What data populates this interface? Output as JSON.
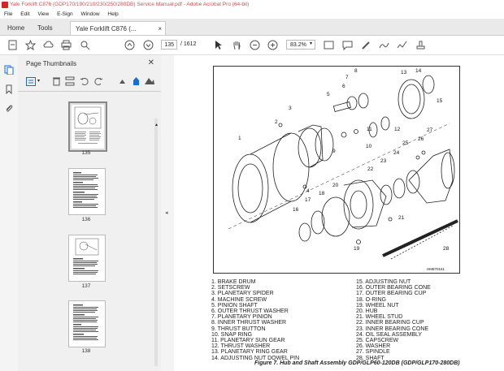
{
  "window": {
    "title": "Yale Forklift C876 (GDP170/190/210/230/250/280DB) Service Manual.pdf - Adobe Acrobat Pro (64-bit)"
  },
  "menu": [
    "File",
    "Edit",
    "View",
    "E-Sign",
    "Window",
    "Help"
  ],
  "tabs": {
    "home": "Home",
    "tools": "Tools",
    "document": "Yale Forklift C876 (...",
    "close": "×"
  },
  "toolbar": {
    "current_page": "135",
    "total_pages": "/ 1612",
    "zoom": "83.2%"
  },
  "panel": {
    "title": "Page Thumbnails",
    "thumbs": [
      {
        "label": "135",
        "selected": true
      },
      {
        "label": "136",
        "selected": false
      },
      {
        "label": "137",
        "selected": false
      },
      {
        "label": "138",
        "selected": false
      }
    ]
  },
  "figure": {
    "code": "HM870161",
    "callouts": [
      "1",
      "2",
      "3",
      "4",
      "5",
      "6",
      "7",
      "8",
      "9",
      "10",
      "11",
      "12",
      "13",
      "14",
      "15",
      "16",
      "17",
      "18",
      "19",
      "20",
      "21",
      "22",
      "23",
      "24",
      "25",
      "26",
      "27",
      "28"
    ],
    "legend_left": [
      "1.   BRAKE DRUM",
      "2.   SETSCREW",
      "3.   PLANETARY SPIDER",
      "4.   MACHINE SCREW",
      "5.   PINION SHAFT",
      "6.   OUTER THRUST WASHER",
      "7.   PLANETARY PINION",
      "8.   INNER THRUST WASHER",
      "9.   THRUST BUTTON",
      "10. SNAP RING",
      "11. PLANETARY SUN GEAR",
      "12. THRUST WASHER",
      "13. PLANETARY RING GEAR",
      "14. ADJUSTING NUT DOWEL PIN"
    ],
    "legend_right": [
      "15. ADJUSTING NUT",
      "16. OUTER BEARING CONE",
      "17. OUTER BEARING CUP",
      "18. O-RING",
      "19. WHEEL NUT",
      "20. HUB",
      "21. WHEEL STUD",
      "22. INNER BEARING CUP",
      "23. INNER BEARING CONE",
      "24. OIL SEAL ASSEMBLY",
      "25. CAPSCREW",
      "26. WASHER",
      "27. SPINDLE",
      "28. SHAFT"
    ],
    "caption": "Figure 7.  Hub and Shaft Assembly GDP/GLP60-120DB (GDP/GLP170-280DB)"
  }
}
